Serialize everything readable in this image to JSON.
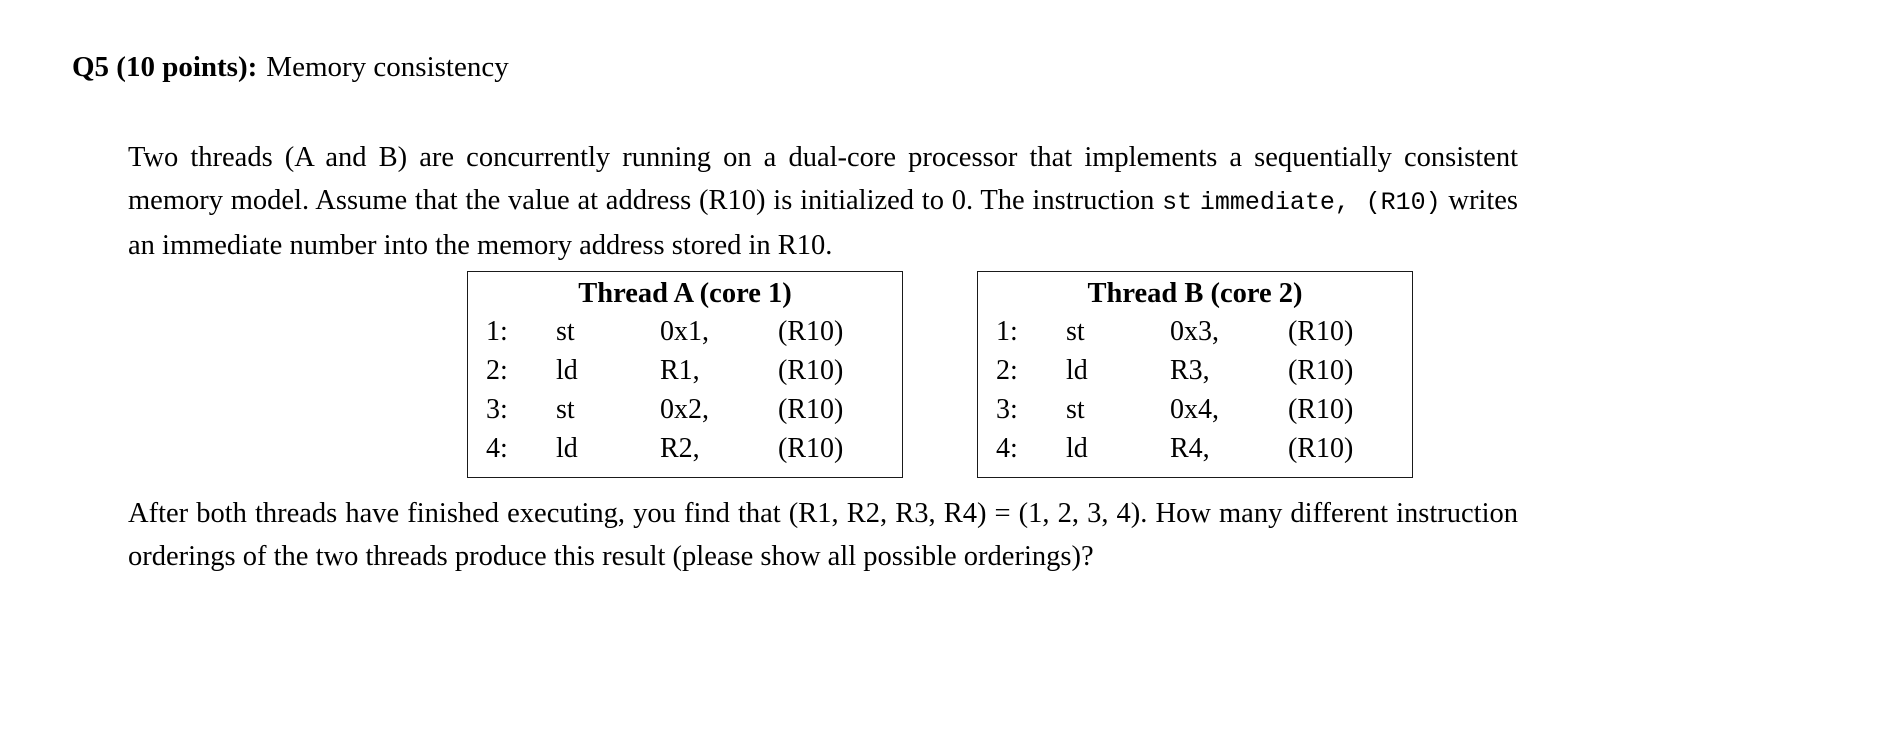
{
  "heading": {
    "label": "Q5 (10 points):",
    "title": "Memory consistency"
  },
  "intro": {
    "part1": "Two threads (A and B) are concurrently running on a dual-core processor that implements a sequentially consistent memory model. Assume that the value at address (R10) is initialized to 0. The instruction ",
    "code1": "st",
    "code2": "immediate, (R10)",
    "part2": " writes an immediate number into the memory address stored in R10."
  },
  "tables": [
    {
      "title": "Thread A (core 1)",
      "rows": [
        {
          "index": "1:",
          "op": "st",
          "arg": "0x1,",
          "addr": "(R10)"
        },
        {
          "index": "2:",
          "op": "ld",
          "arg": "R1,",
          "addr": "(R10)"
        },
        {
          "index": "3:",
          "op": "st",
          "arg": "0x2,",
          "addr": "(R10)"
        },
        {
          "index": "4:",
          "op": "ld",
          "arg": "R2,",
          "addr": "(R10)"
        }
      ]
    },
    {
      "title": "Thread B (core 2)",
      "rows": [
        {
          "index": "1:",
          "op": "st",
          "arg": "0x3,",
          "addr": "(R10)"
        },
        {
          "index": "2:",
          "op": "ld",
          "arg": "R3,",
          "addr": "(R10)"
        },
        {
          "index": "3:",
          "op": "st",
          "arg": "0x4,",
          "addr": "(R10)"
        },
        {
          "index": "4:",
          "op": "ld",
          "arg": "R4,",
          "addr": "(R10)"
        }
      ]
    }
  ],
  "outro": {
    "text": "After both threads have finished executing, you find that (R1, R2, R3, R4) = (1, 2, 3, 4). How many different instruction orderings of the two threads produce this result (please show all possible orderings)?"
  }
}
